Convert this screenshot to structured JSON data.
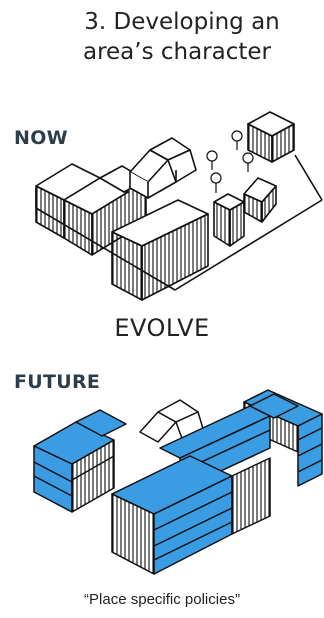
{
  "heading": {
    "line1": "3.  Developing an",
    "line2": "area’s character"
  },
  "now_label": "NOW",
  "evolve_label": "EVOLVE",
  "future_label": "FUTURE",
  "caption": "“Place specific policies”",
  "colors": {
    "highlight": "#3a9de3",
    "ink": "#111111",
    "label": "#2d3e4a"
  }
}
